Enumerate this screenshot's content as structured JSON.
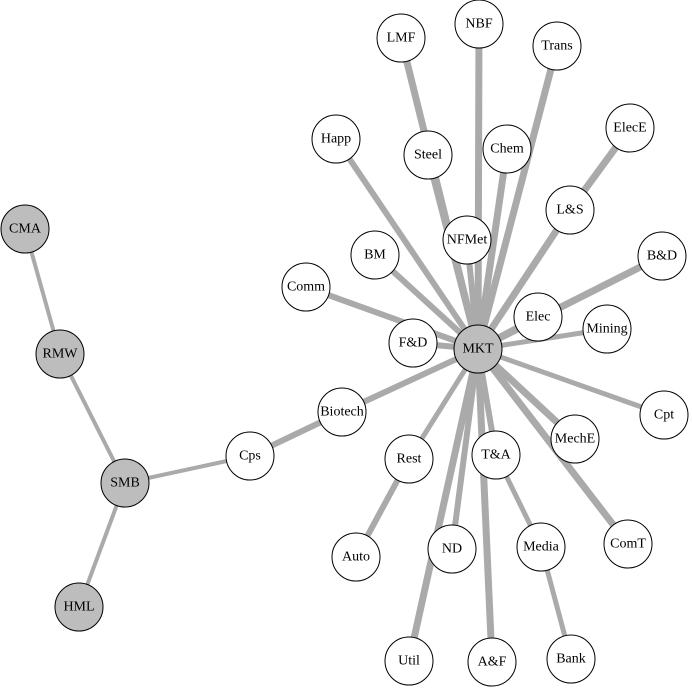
{
  "colors": {
    "edge": "#aaaaaa",
    "factor_fill": "#bdbdbd",
    "industry_fill": "#ffffff",
    "stroke": "#000000"
  },
  "nodes": [
    {
      "id": "CMA",
      "label": "CMA",
      "group": "factor"
    },
    {
      "id": "RMW",
      "label": "RMW",
      "group": "factor"
    },
    {
      "id": "SMB",
      "label": "SMB",
      "group": "factor"
    },
    {
      "id": "HML",
      "label": "HML",
      "group": "factor"
    },
    {
      "id": "MKT",
      "label": "MKT",
      "group": "factor"
    },
    {
      "id": "Cps",
      "label": "Cps",
      "group": "industry"
    },
    {
      "id": "Biotech",
      "label": "Biotech",
      "group": "industry"
    },
    {
      "id": "LMF",
      "label": "LMF",
      "group": "industry"
    },
    {
      "id": "NBF",
      "label": "NBF",
      "group": "industry"
    },
    {
      "id": "Trans",
      "label": "Trans",
      "group": "industry"
    },
    {
      "id": "Happ",
      "label": "Happ",
      "group": "industry"
    },
    {
      "id": "Steel",
      "label": "Steel",
      "group": "industry"
    },
    {
      "id": "Chem",
      "label": "Chem",
      "group": "industry"
    },
    {
      "id": "ElecE",
      "label": "ElecE",
      "group": "industry"
    },
    {
      "id": "L&S",
      "label": "L&S",
      "group": "industry"
    },
    {
      "id": "NFMet",
      "label": "NFMet",
      "group": "industry"
    },
    {
      "id": "BM",
      "label": "BM",
      "group": "industry"
    },
    {
      "id": "B&D",
      "label": "B&D",
      "group": "industry"
    },
    {
      "id": "Comm",
      "label": "Comm",
      "group": "industry"
    },
    {
      "id": "Elec",
      "label": "Elec",
      "group": "industry"
    },
    {
      "id": "Mining",
      "label": "Mining",
      "group": "industry"
    },
    {
      "id": "F&D",
      "label": "F&D",
      "group": "industry"
    },
    {
      "id": "Cpt",
      "label": "Cpt",
      "group": "industry"
    },
    {
      "id": "MechE",
      "label": "MechE",
      "group": "industry"
    },
    {
      "id": "Rest",
      "label": "Rest",
      "group": "industry"
    },
    {
      "id": "T&A",
      "label": "T&A",
      "group": "industry"
    },
    {
      "id": "Auto",
      "label": "Auto",
      "group": "industry"
    },
    {
      "id": "ND",
      "label": "ND",
      "group": "industry"
    },
    {
      "id": "Media",
      "label": "Media",
      "group": "industry"
    },
    {
      "id": "ComT",
      "label": "ComT",
      "group": "industry"
    },
    {
      "id": "Util",
      "label": "Util",
      "group": "industry"
    },
    {
      "id": "A&F",
      "label": "A&F",
      "group": "industry"
    },
    {
      "id": "Bank",
      "label": "Bank",
      "group": "industry"
    }
  ],
  "edges": [
    {
      "source": "CMA",
      "target": "RMW",
      "weight": 4
    },
    {
      "source": "RMW",
      "target": "SMB",
      "weight": 4
    },
    {
      "source": "SMB",
      "target": "HML",
      "weight": 4
    },
    {
      "source": "SMB",
      "target": "Cps",
      "weight": 4
    },
    {
      "source": "Cps",
      "target": "Biotech",
      "weight": 6
    },
    {
      "source": "Biotech",
      "target": "MKT",
      "weight": 6
    },
    {
      "source": "LMF",
      "target": "MKT",
      "weight": 7
    },
    {
      "source": "NBF",
      "target": "MKT",
      "weight": 7
    },
    {
      "source": "Trans",
      "target": "MKT",
      "weight": 7
    },
    {
      "source": "Happ",
      "target": "MKT",
      "weight": 6
    },
    {
      "source": "Steel",
      "target": "MKT",
      "weight": 7
    },
    {
      "source": "Chem",
      "target": "MKT",
      "weight": 7
    },
    {
      "source": "ElecE",
      "target": "L&S",
      "weight": 7
    },
    {
      "source": "L&S",
      "target": "MKT",
      "weight": 7
    },
    {
      "source": "NFMet",
      "target": "MKT",
      "weight": 6
    },
    {
      "source": "BM",
      "target": "MKT",
      "weight": 6
    },
    {
      "source": "B&D",
      "target": "MKT",
      "weight": 7
    },
    {
      "source": "Comm",
      "target": "MKT",
      "weight": 6
    },
    {
      "source": "Elec",
      "target": "MKT",
      "weight": 7
    },
    {
      "source": "Mining",
      "target": "MKT",
      "weight": 5
    },
    {
      "source": "F&D",
      "target": "MKT",
      "weight": 6
    },
    {
      "source": "Cpt",
      "target": "MKT",
      "weight": 5
    },
    {
      "source": "MechE",
      "target": "MKT",
      "weight": 7
    },
    {
      "source": "ComT",
      "target": "MKT",
      "weight": 7
    },
    {
      "source": "Rest",
      "target": "MKT",
      "weight": 5
    },
    {
      "source": "Auto",
      "target": "Rest",
      "weight": 6
    },
    {
      "source": "T&A",
      "target": "MKT",
      "weight": 6
    },
    {
      "source": "Media",
      "target": "T&A",
      "weight": 5
    },
    {
      "source": "Bank",
      "target": "Media",
      "weight": 5
    },
    {
      "source": "ND",
      "target": "MKT",
      "weight": 6
    },
    {
      "source": "Util",
      "target": "MKT",
      "weight": 7
    },
    {
      "source": "A&F",
      "target": "MKT",
      "weight": 7
    }
  ]
}
